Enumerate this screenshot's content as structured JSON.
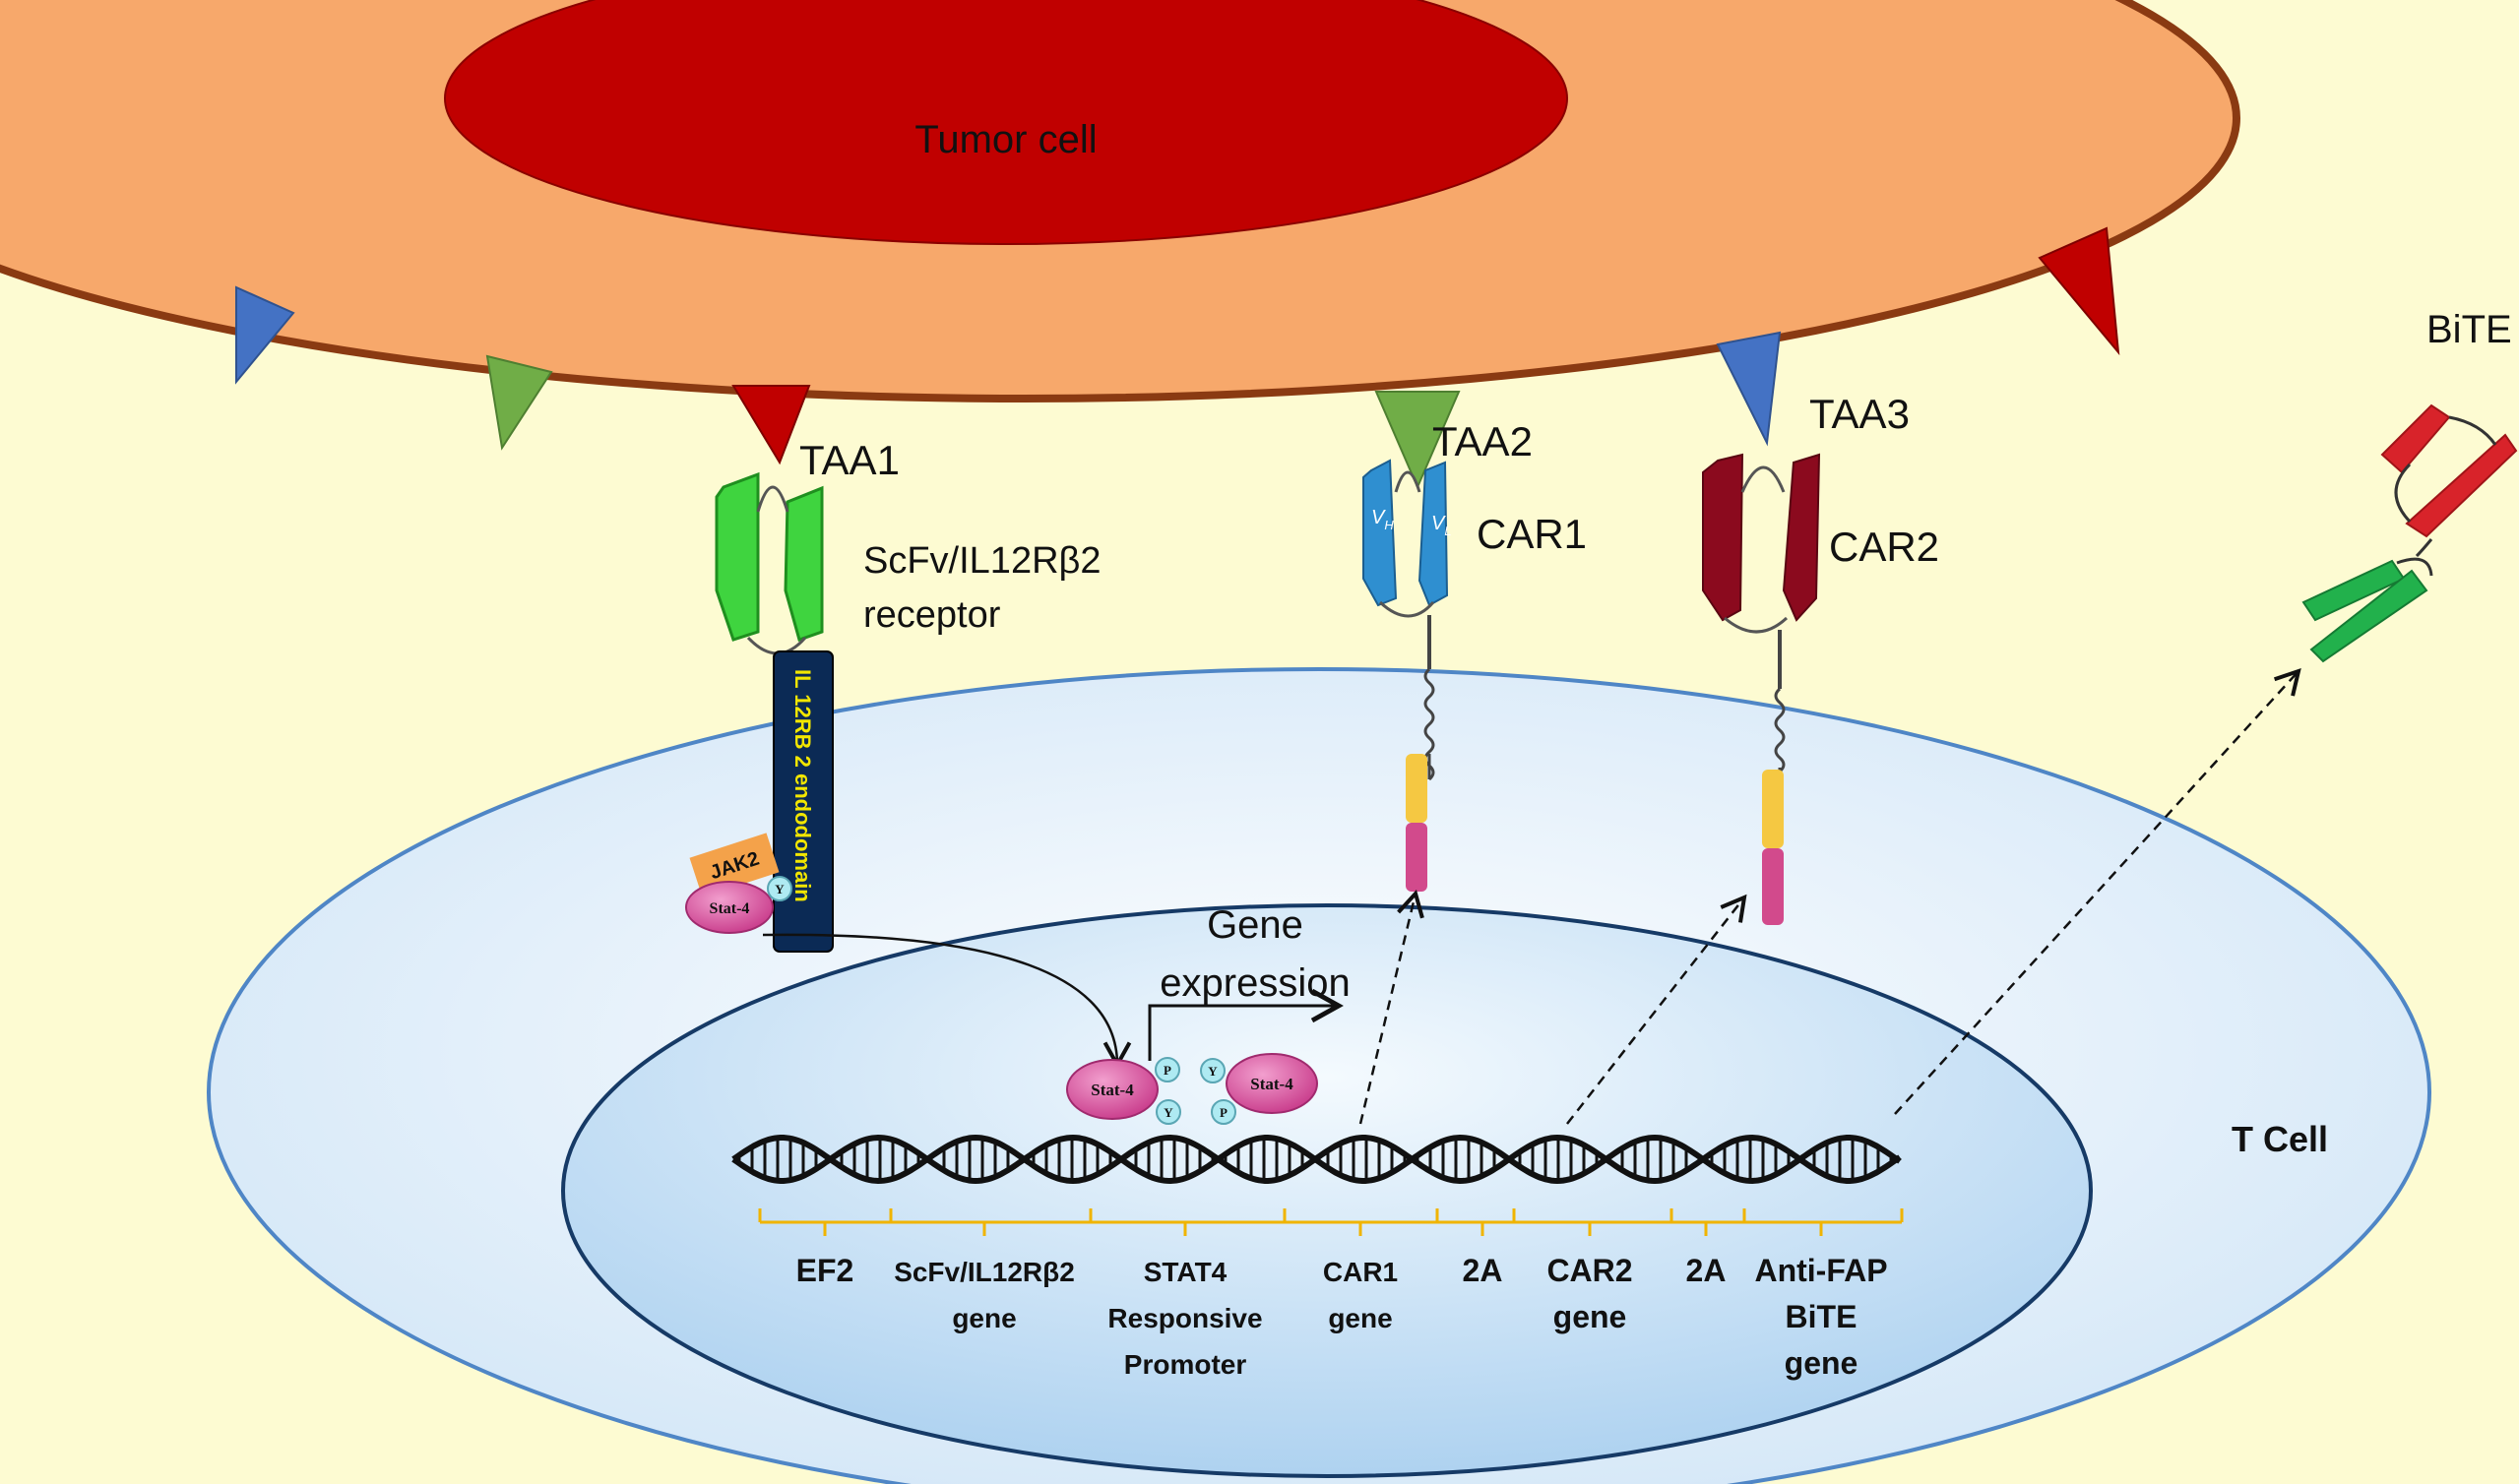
{
  "labels": {
    "tumor_cell": "Tumor cell",
    "t_cell": "T Cell",
    "taa1": "TAA1",
    "taa2": "TAA2",
    "taa3": "TAA3",
    "bite": "BiTE",
    "car1": "CAR1",
    "car2": "CAR2",
    "receptor_line1": "ScFv/IL12Rβ2",
    "receptor_line2": "receptor",
    "endodomain": "IL 12RB 2 endodomain",
    "jak2": "JAK2",
    "stat4": "Stat-4",
    "y": "Y",
    "p": "P",
    "vh_v": "V",
    "vh_sub": "H",
    "vl_v": "V",
    "vl_sub": "L",
    "gene_expression_line1": "Gene",
    "gene_expression_line2": "expression"
  },
  "gene_segments": [
    {
      "lines": [
        "EF2"
      ]
    },
    {
      "lines": [
        "ScFv/IL12Rβ2",
        "gene"
      ]
    },
    {
      "lines": [
        "STAT4",
        "Responsive",
        "Promoter"
      ]
    },
    {
      "lines": [
        "CAR1",
        "gene"
      ]
    },
    {
      "lines": [
        "2A"
      ]
    },
    {
      "lines": [
        "CAR2",
        "gene"
      ]
    },
    {
      "lines": [
        "2A"
      ]
    },
    {
      "lines": [
        "Anti-FAP",
        "BiTE",
        "gene"
      ]
    }
  ],
  "colors": {
    "background": "#fdfbd2",
    "tumor_membrane": "#f7a86b",
    "tumor_outline": "#8a3a12",
    "tumor_nucleus": "#c00000",
    "tcell_fill": "#dcecf8",
    "tcell_outline": "#4f86c6",
    "receptor_green": "#3fd43f",
    "car1_blue": "#2f8fd0",
    "car2_maroon": "#8b0a1e",
    "bite_red": "#d8232a",
    "bite_green": "#22b14c",
    "endodomain": "#0b2a55",
    "endodomain_text": "#f2e600",
    "stat4": "#d64a9a",
    "phospho": "#aeeaf2",
    "jak2": "#f4a24a",
    "gene_bracket": "#f0b400",
    "cd3_yellow": "#f5c842",
    "cd3_pink": "#d24a8c"
  }
}
